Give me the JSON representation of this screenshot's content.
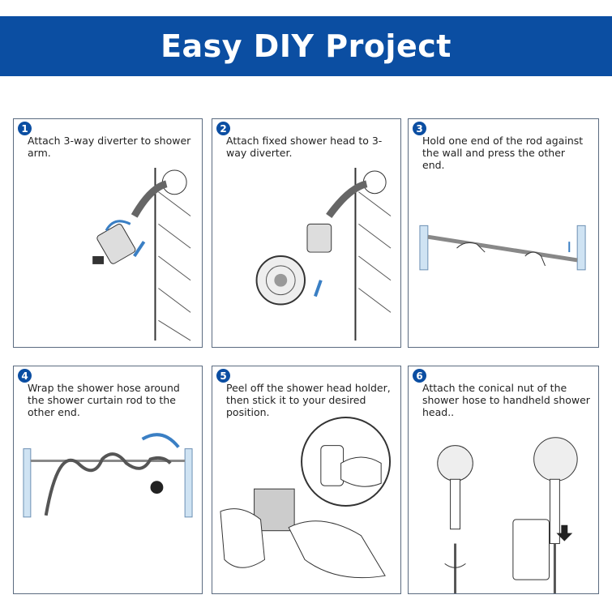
{
  "title": "Easy DIY Project",
  "colors": {
    "brand": "#0b4ea2",
    "arrow": "#3a7fc4"
  },
  "steps": [
    {
      "number": "1",
      "text": "Attach 3-way diverter to shower arm."
    },
    {
      "number": "2",
      "text": "Attach fixed shower head to 3-way diverter."
    },
    {
      "number": "3",
      "text": "Hold one end of the rod against the wall and press the other end."
    },
    {
      "number": "4",
      "text": "Wrap the shower hose around the shower curtain rod to the other end."
    },
    {
      "number": "5",
      "text": "Peel off the shower head holder, then stick it to your desired position."
    },
    {
      "number": "6",
      "text": "Attach the conical nut of the shower hose to handheld shower head.."
    }
  ]
}
